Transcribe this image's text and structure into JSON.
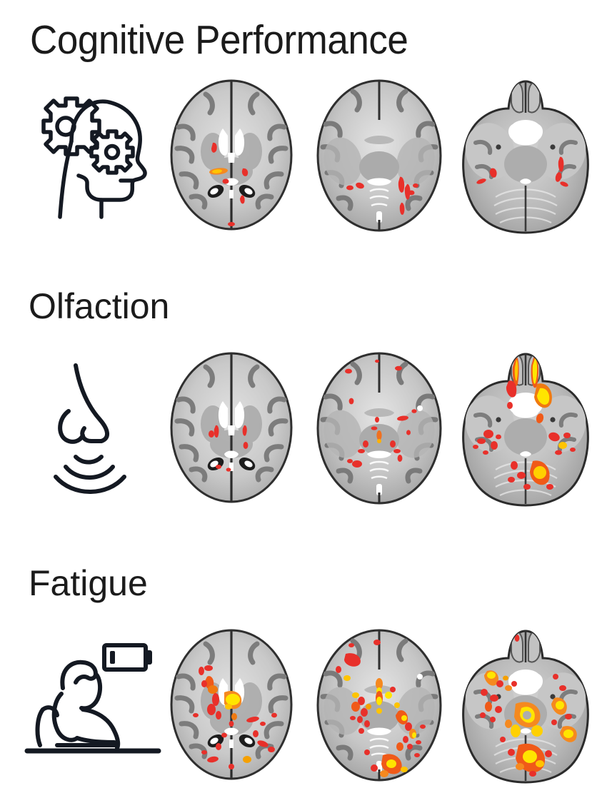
{
  "figure": {
    "background_color": "#ffffff",
    "layout": "3 rows x 3 axial brain slice columns, each row labelled and preceded by a line icon",
    "rows": [
      {
        "id": "cognitive",
        "title": "Cognitive Performance",
        "icon_name": "head-with-gears-icon",
        "icon_description": "line drawing of a human head in profile facing right with two gears inside the skull",
        "activation_extent": "sparse",
        "slices": [
          {
            "label": "axial-slice-1",
            "level": "basal ganglia / lateral ventricles",
            "clusters": 6,
            "peak_color": "#f5a000"
          },
          {
            "label": "axial-slice-2",
            "level": "midbrain / temporal lobes",
            "clusters": 7,
            "peak_color": "#e8302a"
          },
          {
            "label": "axial-slice-3",
            "level": "pons / cerebellum",
            "clusters": 5,
            "peak_color": "#e8302a"
          }
        ]
      },
      {
        "id": "olfaction",
        "title": "Olfaction",
        "icon_name": "nose-with-scent-waves-icon",
        "icon_description": "line drawing of a nose in profile with three curved arcs beneath representing odour waves",
        "activation_extent": "moderate",
        "slices": [
          {
            "label": "axial-slice-1",
            "level": "basal ganglia / lateral ventricles",
            "clusters": 5,
            "peak_color": "#e8302a"
          },
          {
            "label": "axial-slice-2",
            "level": "midbrain / temporal lobes",
            "clusters": 18,
            "peak_color": "#f07020"
          },
          {
            "label": "axial-slice-3",
            "level": "orbitofrontal / cerebellum",
            "clusters": 34,
            "peak_color": "#ffe500"
          }
        ]
      },
      {
        "id": "fatigue",
        "title": "Fatigue",
        "icon_name": "tired-person-with-low-battery-icon",
        "icon_description": "line drawing of a person slumped at a desk resting head on hand, with a low battery symbol above",
        "activation_extent": "extensive",
        "slices": [
          {
            "label": "axial-slice-1",
            "level": "basal ganglia / lateral ventricles",
            "clusters": 30,
            "peak_color": "#ffe500"
          },
          {
            "label": "axial-slice-2",
            "level": "midbrain / temporal lobes",
            "clusters": 42,
            "peak_color": "#ffe500"
          },
          {
            "label": "axial-slice-3",
            "level": "pons / cerebellum",
            "clusters": 46,
            "peak_color": "#ffe500"
          }
        ]
      }
    ],
    "colors": {
      "text": "#1b1b1b",
      "icon_stroke": "#141922",
      "brain_light": "#d8d8d8",
      "brain_mid": "#9a9a9a",
      "brain_dark": "#6e6e6e",
      "brain_outline": "#2b2b2b",
      "csf_white": "#ffffff",
      "activation_red": "#e8302a",
      "activation_orange": "#f5891f",
      "activation_yellow": "#ffe500"
    }
  }
}
